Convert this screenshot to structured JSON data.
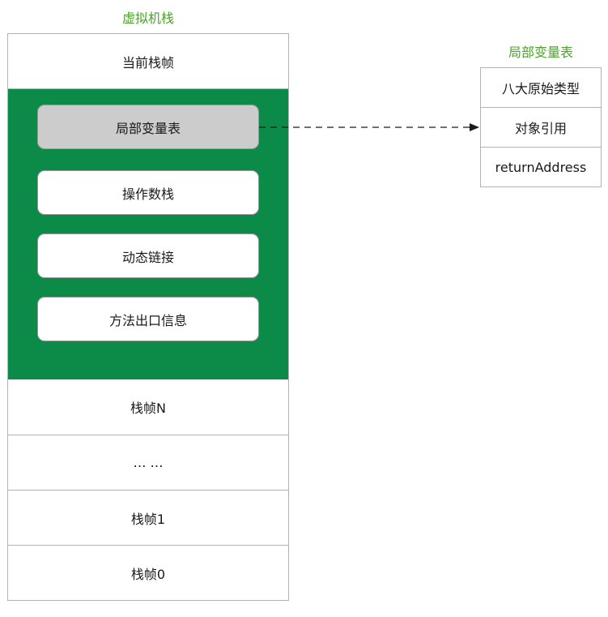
{
  "jvm_stack": {
    "title": "虚拟机栈",
    "current_frame_label": "当前栈帧",
    "current_frame_parts": [
      {
        "label": "局部变量表",
        "highlighted": true
      },
      {
        "label": "操作数栈",
        "highlighted": false
      },
      {
        "label": "动态链接",
        "highlighted": false
      },
      {
        "label": "方法出口信息",
        "highlighted": false
      }
    ],
    "frames_below": [
      "栈帧N",
      "… …",
      "栈帧1",
      "栈帧0"
    ]
  },
  "local_variable_table": {
    "title": "局部变量表",
    "rows": [
      "八大原始类型",
      "对象引用",
      "returnAddress"
    ]
  },
  "colors": {
    "frame_fill": "#0c8a47",
    "title_text": "#4ca32c",
    "highlight_fill": "#cccccc",
    "border": "#b3b3b3"
  }
}
